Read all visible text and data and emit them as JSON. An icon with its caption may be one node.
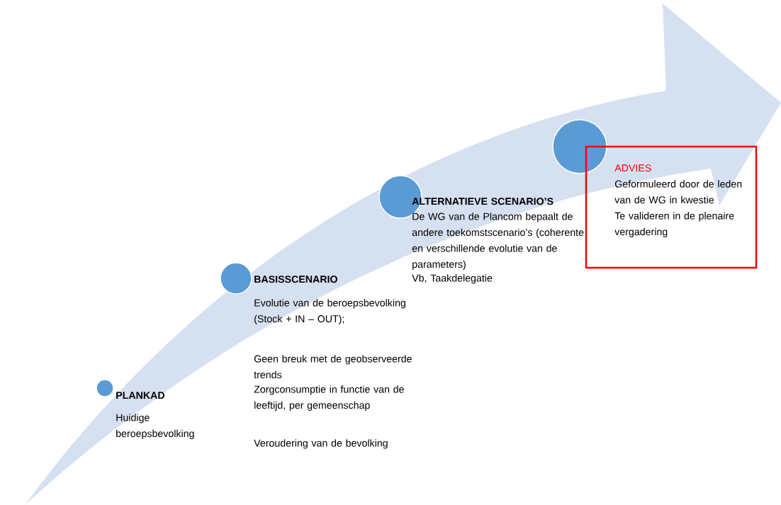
{
  "diagram": {
    "nodes": [
      {
        "text": [],
        "shape": "circle",
        "beside": [
          "PLANKAD",
          "Huidige beroepsbevolking"
        ]
      },
      {
        "text": [],
        "shape": "circle",
        "beside": [
          "BASISSCENARIO",
          "Evolutie van de beroepsbevolking (Stock + IN – OUT);",
          "Geen breuk met de geobserveerde trends",
          "Zorgconsumptie in functie van de leeftijd, per gemeenschap",
          "Veroudering van de bevolking"
        ]
      },
      {
        "text": [],
        "shape": "circle",
        "beside": [
          "ALTERNATIEVE SCENARIO’S",
          "De WG van de Plancom bepaalt de andere toekomstscenario’s (coherente en verschillende evolutie van de parameters)",
          "Vb, Taakdelegatie"
        ]
      },
      {
        "text": [],
        "shape": "circle"
      },
      {
        "text": [
          "ADVIES",
          "Geformuleerd door de leden van de WG in kwestie",
          "Te valideren in de plenaire vergadering"
        ]
      }
    ],
    "edges": []
  }
}
